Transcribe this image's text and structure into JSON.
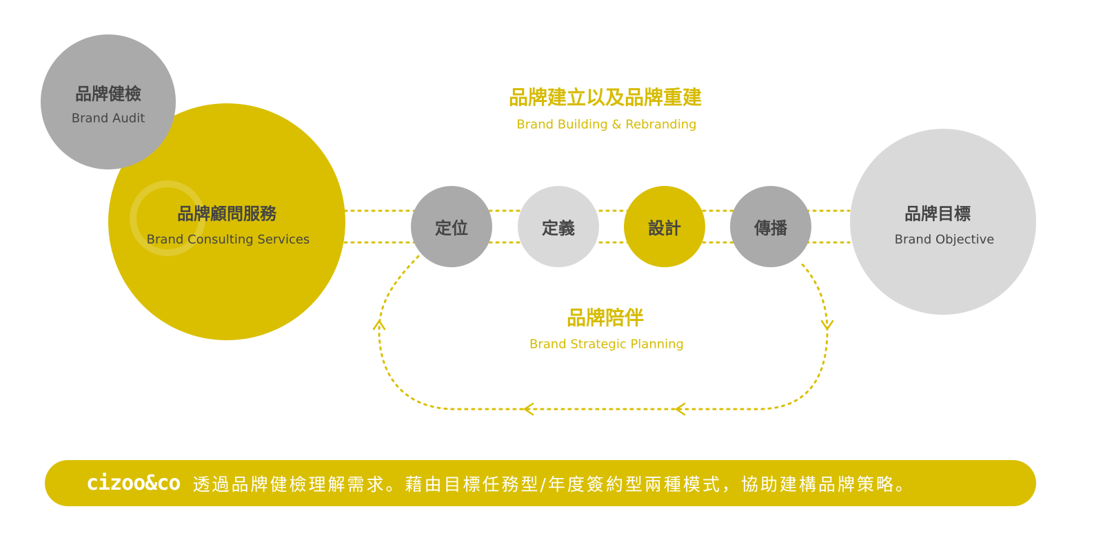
{
  "colors": {
    "yellow": "#d9bf00",
    "gray": "#aaaaaa",
    "light_gray": "#d9d9d9",
    "text": "#444444"
  },
  "audit": {
    "zh": "品牌健檢",
    "en": "Brand Audit"
  },
  "consulting": {
    "zh": "品牌顧問服務",
    "en": "Brand Consulting Services"
  },
  "building": {
    "zh": "品牌建立以及品牌重建",
    "en": "Brand Building & Rebranding"
  },
  "steps": [
    {
      "zh": "定位"
    },
    {
      "zh": "定義"
    },
    {
      "zh": "設計"
    },
    {
      "zh": "傳播"
    }
  ],
  "objective": {
    "zh": "品牌目標",
    "en": "Brand Objective"
  },
  "planning": {
    "zh": "品牌陪伴",
    "en": "Brand Strategic Planning"
  },
  "banner": {
    "logo": "cizoo&co",
    "text": "透過品牌健檢理解需求。藉由目標任務型/年度簽約型兩種模式，協助建構品牌策略。"
  }
}
